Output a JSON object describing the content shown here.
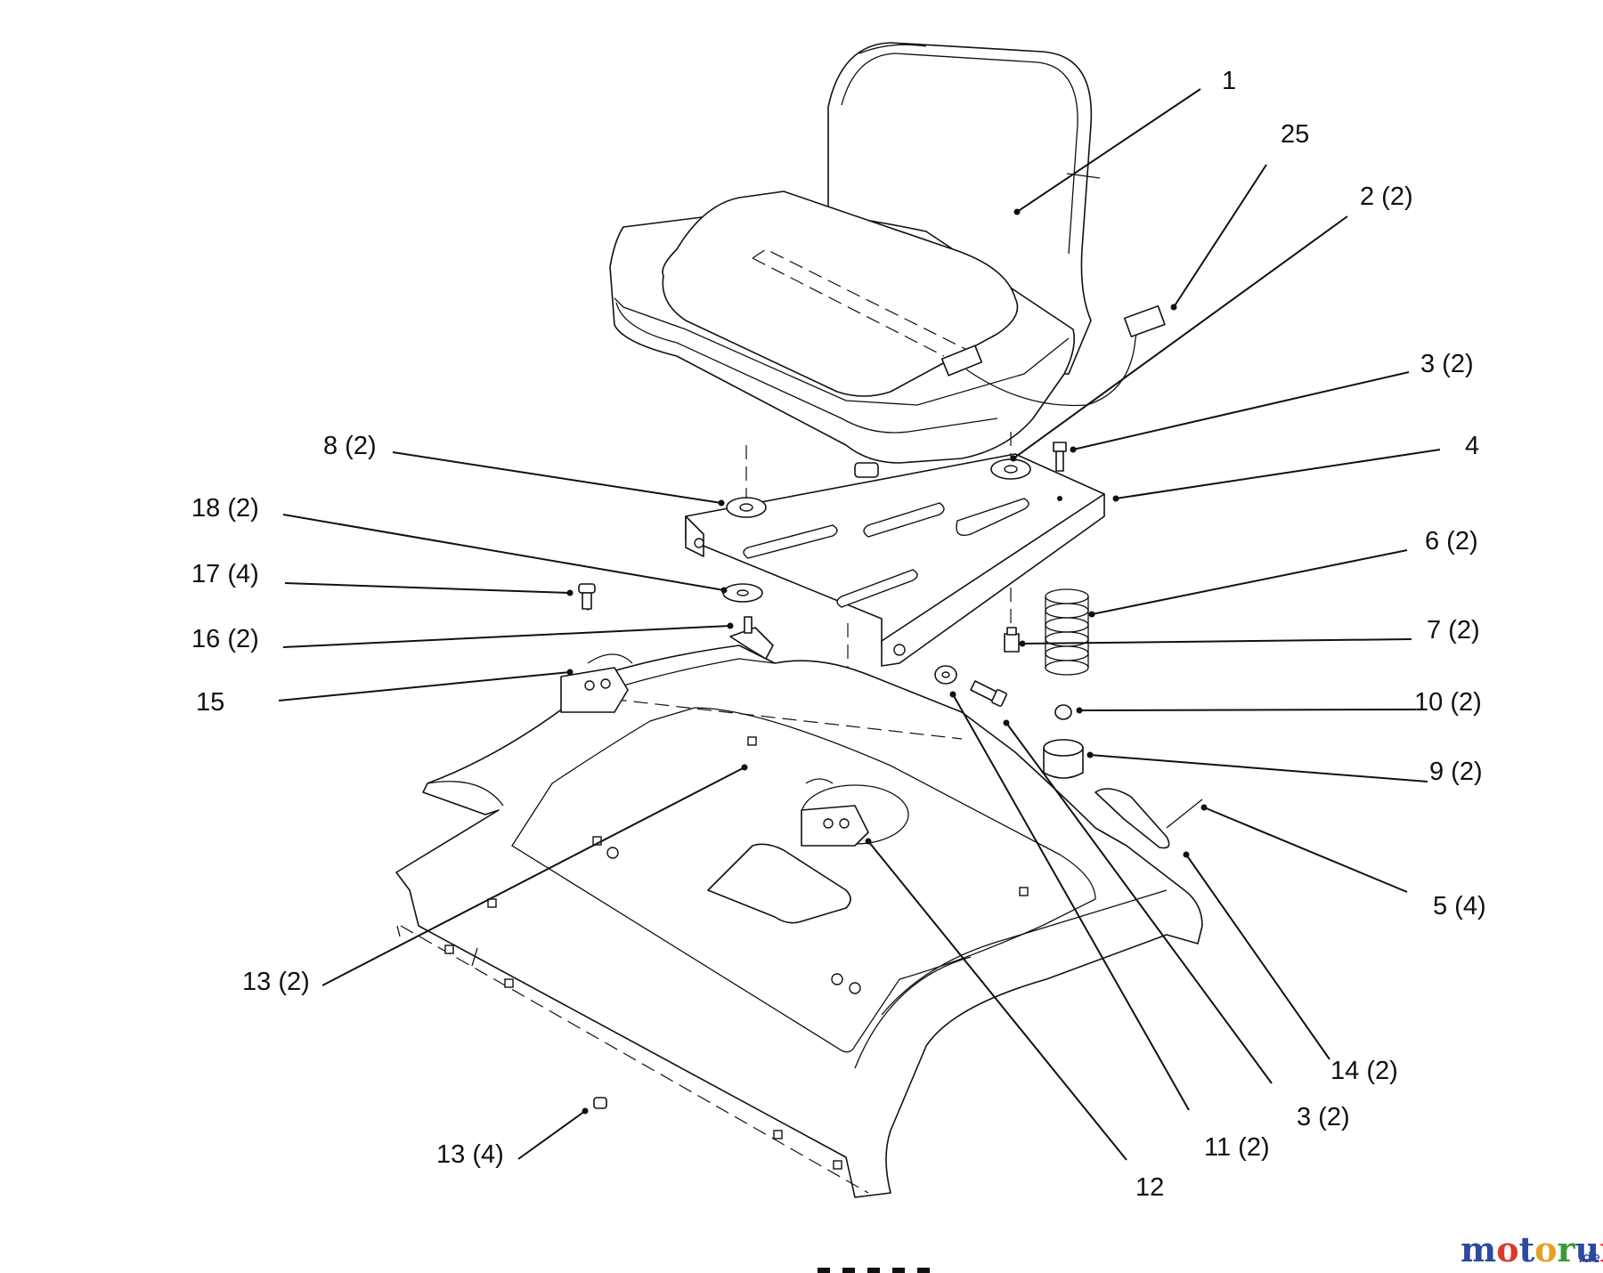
{
  "callouts": {
    "c1": "1",
    "c25": "25",
    "c2": "2 (2)",
    "c3a": "3 (2)",
    "c4": "4",
    "c8": "8 (2)",
    "c18": "18 (2)",
    "c6": "6 (2)",
    "c17": "17 (4)",
    "c7": "7 (2)",
    "c16": "16 (2)",
    "c15": "15",
    "c10": "10 (2)",
    "c9": "9 (2)",
    "c5": "5 (4)",
    "c13a": "13 (2)",
    "c14": "14 (2)",
    "c3b": "3 (2)",
    "c11": "11 (2)",
    "c12": "12",
    "c13b": "13 (4)"
  },
  "watermark": {
    "letters": [
      "m",
      "o",
      "t",
      "o",
      "r",
      "u",
      "f"
    ],
    "letter_colors": [
      "#2b4aa0",
      "#d93a2b",
      "#2b4aa0",
      "#e8a020",
      "#3a9a3a",
      "#2b4aa0",
      "#d93a2b"
    ],
    "suffix": ".de"
  }
}
